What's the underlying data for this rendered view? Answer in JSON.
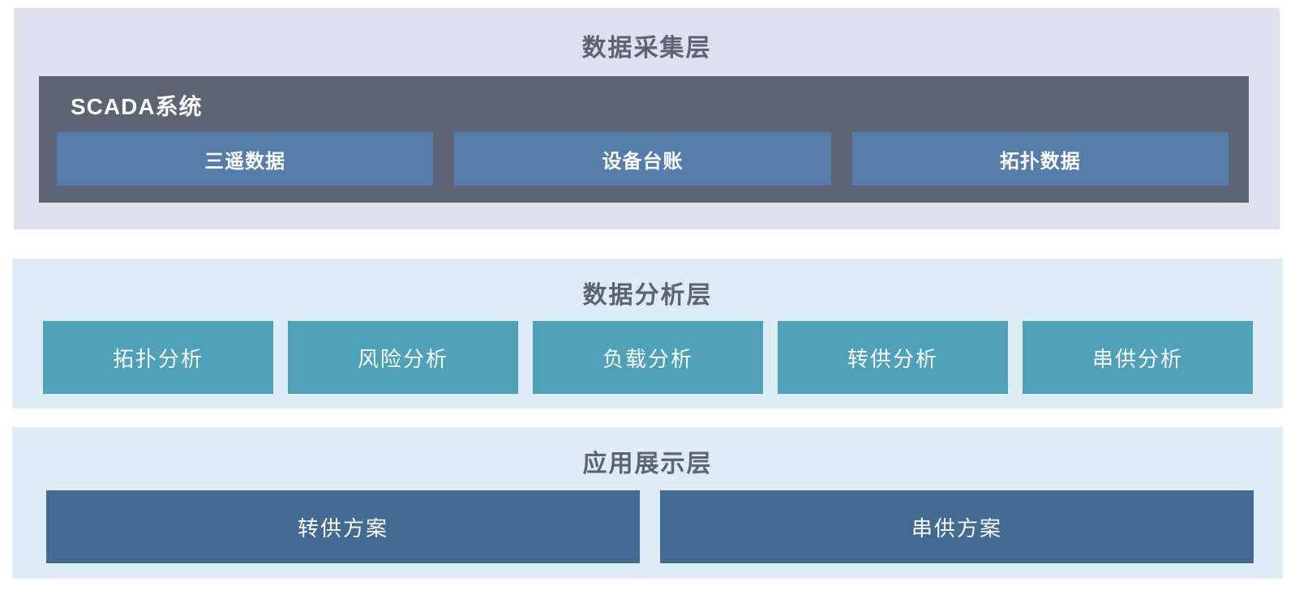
{
  "collection_layer": {
    "title": "数据采集层",
    "scada": {
      "title": "SCADA系统",
      "items": [
        "三遥数据",
        "设备台账",
        "拓扑数据"
      ]
    }
  },
  "analysis_layer": {
    "title": "数据分析层",
    "items": [
      "拓扑分析",
      "风险分析",
      "负载分析",
      "转供分析",
      "串供分析"
    ]
  },
  "application_layer": {
    "title": "应用展示层",
    "items": [
      "转供方案",
      "串供方案"
    ]
  },
  "colors": {
    "collection_bg": "#dde1ec",
    "scada_bg": "#5b6473",
    "data_box_bg": "#567cab",
    "analysis_bg": "#deecf3",
    "analysis_box_bg": "#4fa0b9",
    "application_box_bg": "#426a92",
    "title_text": "#5a6476",
    "box_text": "#ffffff"
  }
}
